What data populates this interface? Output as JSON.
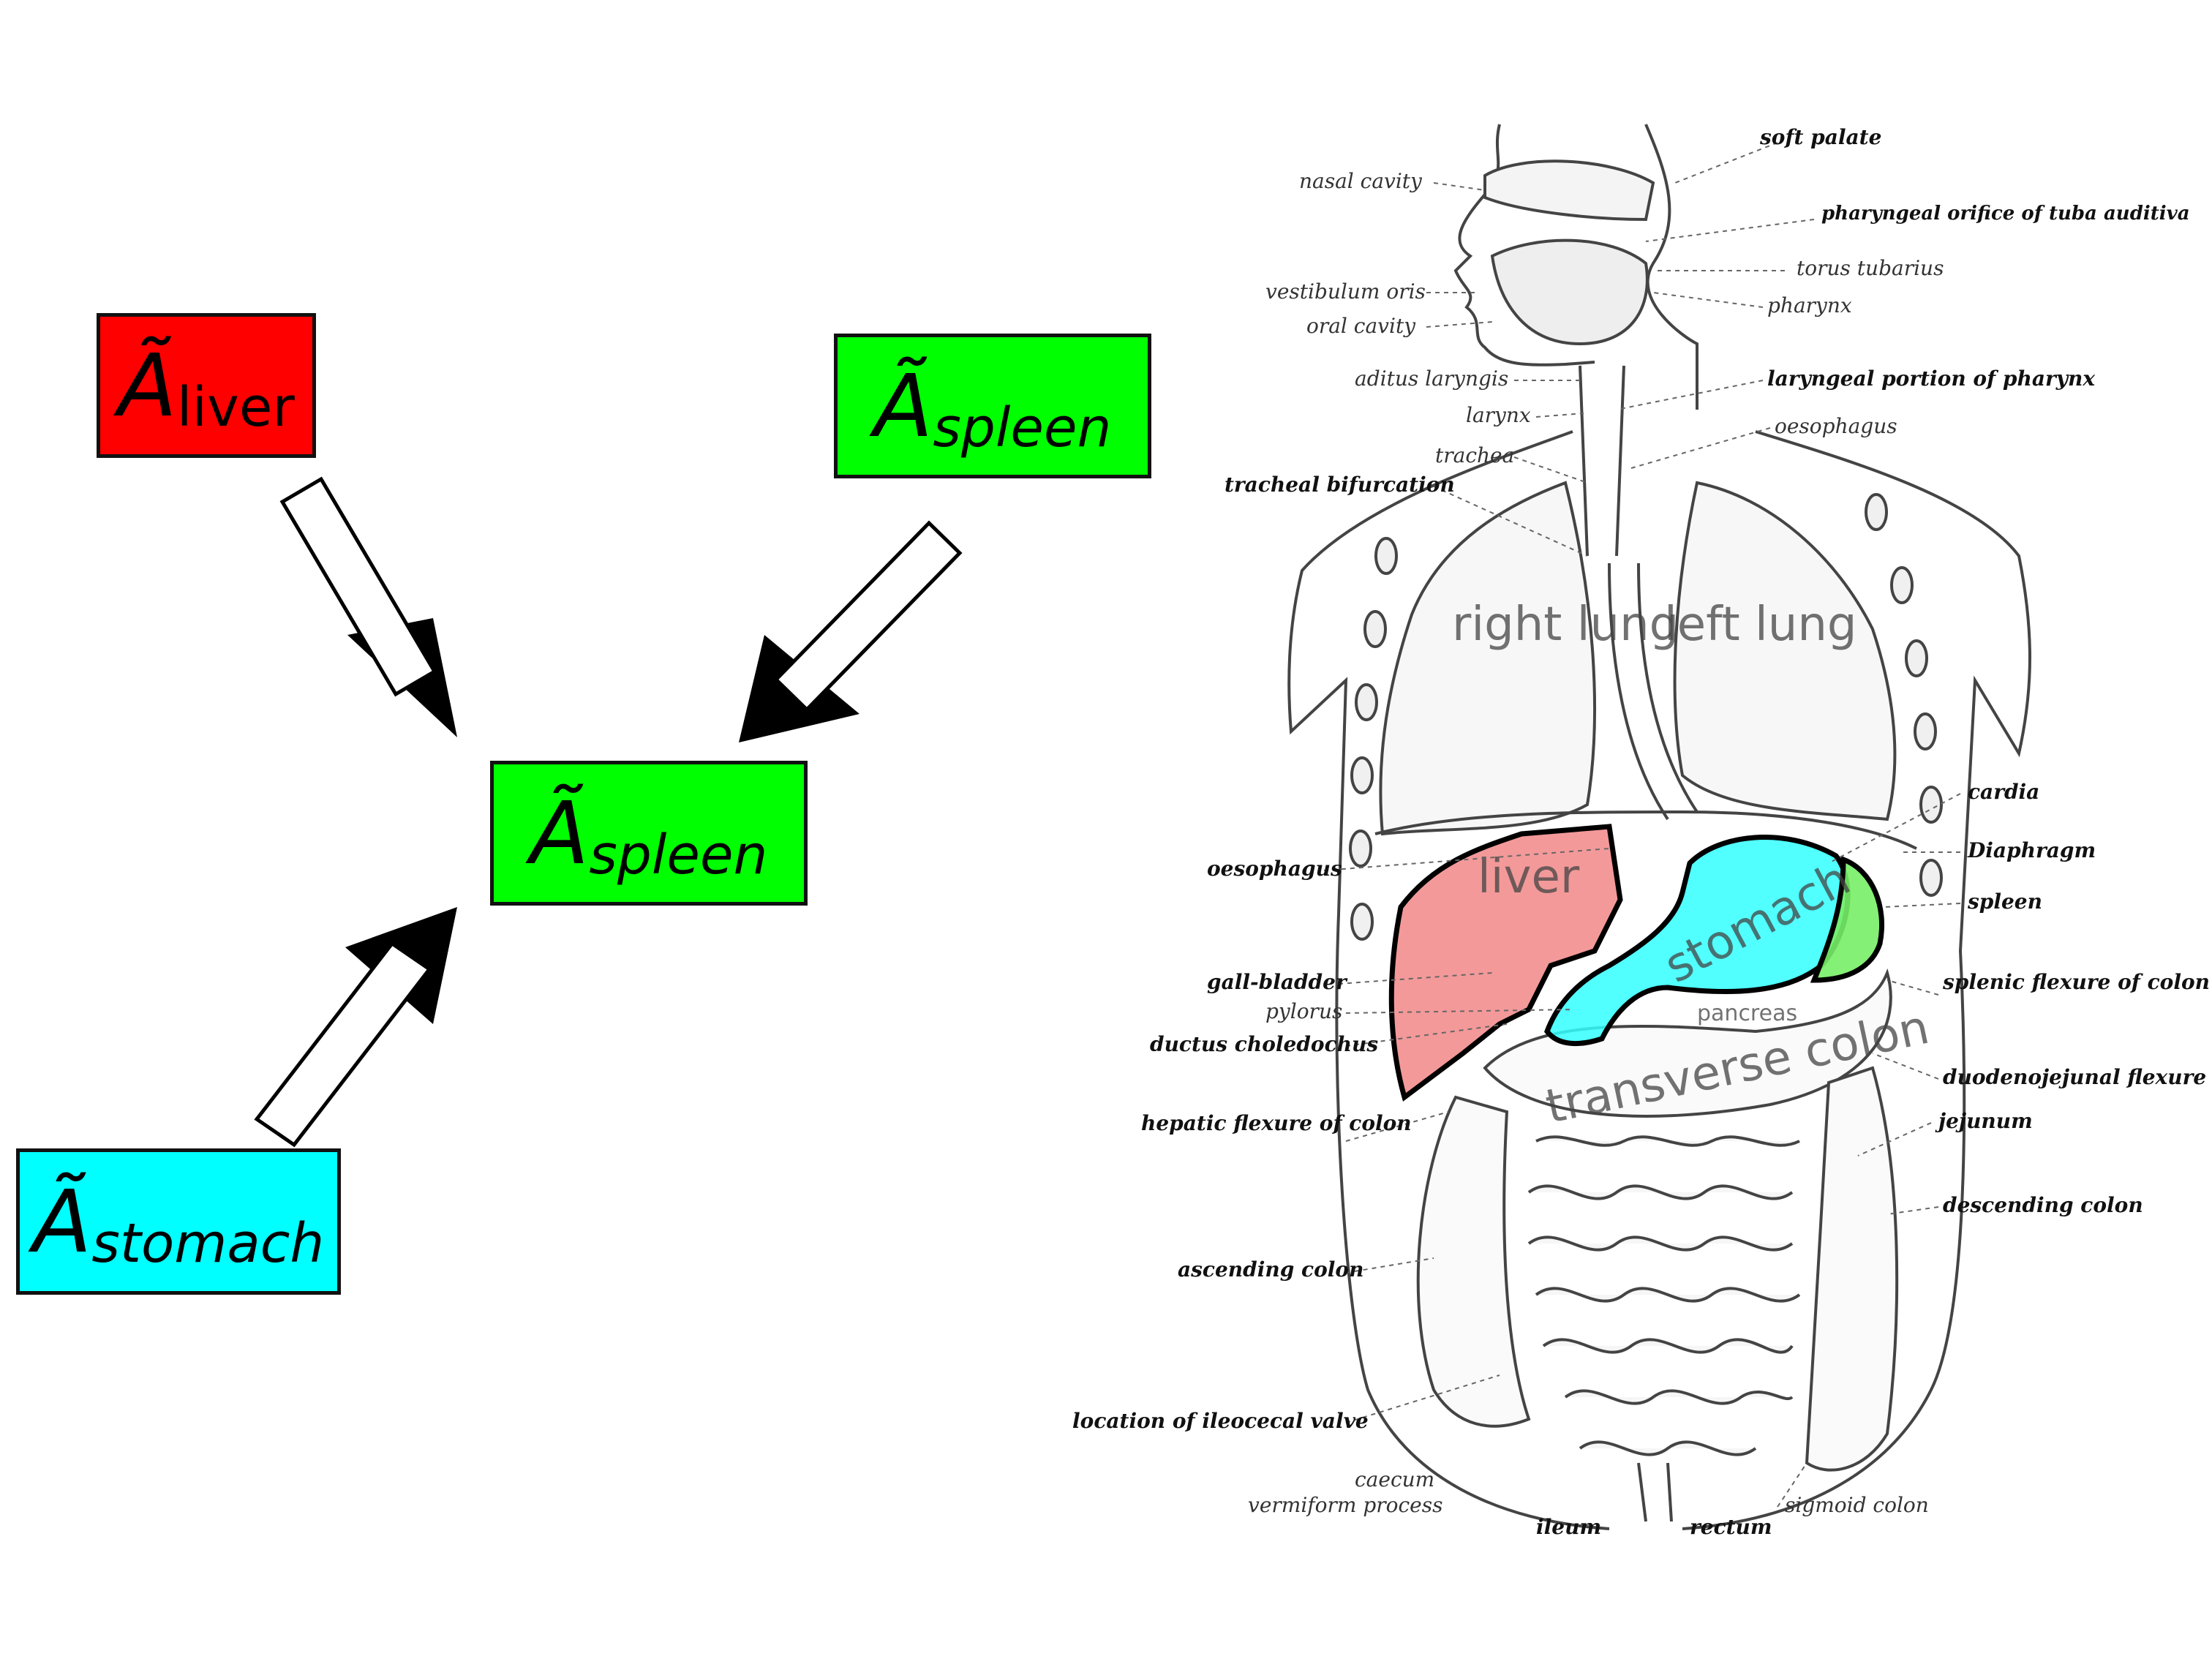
{
  "diagram": {
    "boxes": [
      {
        "id": "liver",
        "symbol": "Ã",
        "subscript": "liver",
        "color": "#ff0000"
      },
      {
        "id": "spleen_top",
        "symbol": "Ã",
        "subscript": "spleen",
        "color": "#00ff00"
      },
      {
        "id": "spleen_center",
        "symbol": "Ã",
        "subscript": "spleen",
        "color": "#00ff00"
      },
      {
        "id": "stomach",
        "symbol": "Ã",
        "subscript": "stomach",
        "color": "#00ffff"
      }
    ],
    "arrows": [
      {
        "from": "liver",
        "to": "spleen_center"
      },
      {
        "from": "spleen_top",
        "to": "spleen_center"
      },
      {
        "from": "stomach",
        "to": "spleen_center"
      }
    ]
  },
  "anatomy": {
    "colors": {
      "liver": "#f08080",
      "stomach": "#33ffff",
      "spleen": "#77ee66"
    },
    "organ_labels": {
      "right_lung": "right lung",
      "left_lung": "left lung",
      "liver": "liver",
      "stomach": "stomach",
      "pancreas": "pancreas",
      "transverse_colon": "transverse colon"
    },
    "left_labels": [
      "nasal cavity",
      "vestibulum oris",
      "oral cavity",
      "aditus laryngis",
      "larynx",
      "trachea",
      "tracheal bifurcation",
      "oesophagus",
      "gall-bladder",
      "pylorus",
      "ductus choledochus",
      "hepatic flexure of colon",
      "ascending colon",
      "location of ileocecal valve",
      "caecum",
      "vermiform process",
      "ileum"
    ],
    "right_labels": [
      "soft palate",
      "pharyngeal orifice of tuba auditiva",
      "torus tubarius",
      "pharynx",
      "laryngeal portion of pharynx",
      "oesophagus",
      "cardia",
      "Diaphragm",
      "spleen",
      "splenic flexure of colon",
      "duodenojejunal flexure",
      "jejunum",
      "descending colon",
      "sigmoid colon",
      "rectum"
    ]
  }
}
